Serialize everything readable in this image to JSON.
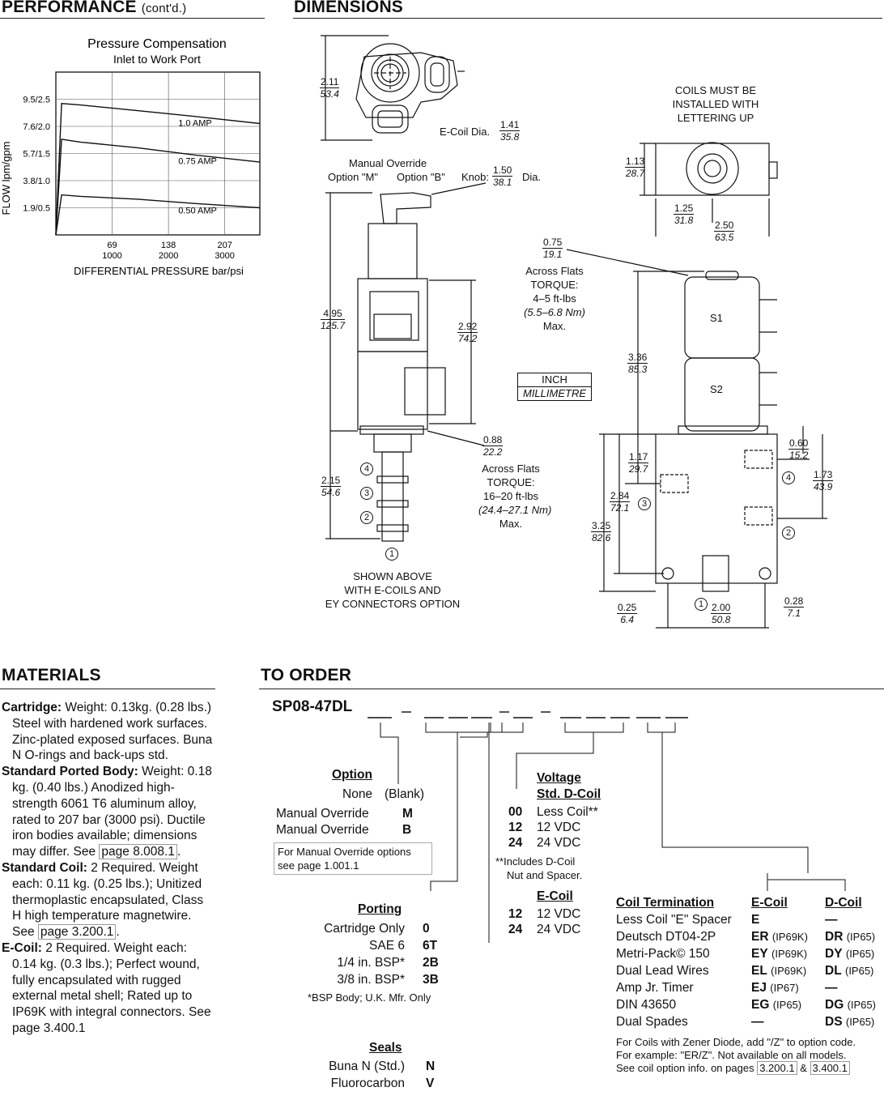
{
  "performance": {
    "title": "PERFORMANCE",
    "sub": "(cont'd.)"
  },
  "dimensions": {
    "title": "DIMENSIONS"
  },
  "chart_data": {
    "type": "line",
    "title": "Pressure Compensation",
    "subtitle": "Inlet to Work Port",
    "xlabel": "DIFFERENTIAL PRESSURE  bar/psi",
    "ylabel": "FLOW lpm/gpm",
    "x_ticks": [
      {
        "bar": "69",
        "psi": "1000"
      },
      {
        "bar": "138",
        "psi": "2000"
      },
      {
        "bar": "207",
        "psi": "3000"
      }
    ],
    "y_ticks": [
      "9.5/2.5",
      "7.6/2.0",
      "5.7/1.5",
      "3.8/1.0",
      "1.9/0.5"
    ],
    "x_unit_max_bar": 250,
    "ylim_lpm": [
      0,
      11.4
    ],
    "grid": true,
    "series": [
      {
        "name": "1.0 AMP",
        "points": [
          [
            0,
            0
          ],
          [
            7,
            9.2
          ],
          [
            30,
            9.1
          ],
          [
            100,
            8.7
          ],
          [
            170,
            8.3
          ],
          [
            250,
            7.8
          ]
        ]
      },
      {
        "name": "0.75 AMP",
        "points": [
          [
            0,
            0
          ],
          [
            7,
            6.7
          ],
          [
            30,
            6.5
          ],
          [
            100,
            6.1
          ],
          [
            170,
            5.6
          ],
          [
            250,
            5.1
          ]
        ]
      },
      {
        "name": "0.50 AMP",
        "points": [
          [
            0,
            0
          ],
          [
            7,
            2.8
          ],
          [
            30,
            2.7
          ],
          [
            100,
            2.5
          ],
          [
            170,
            2.2
          ],
          [
            250,
            1.9
          ]
        ]
      }
    ]
  },
  "dim": {
    "ecoil_label": "E-Coil Dia.",
    "ecoil_in": "1.41",
    "ecoil_mm": "35.8",
    "top_h_in": "2.11",
    "top_h_mm": "53.4",
    "mo_title": "Manual Override",
    "mo_opt_m": "Option \"M\"",
    "mo_opt_b": "Option \"B\"",
    "knob": "Knob:",
    "knob_in": "1.50",
    "knob_mm": "38.1",
    "dia": "Dia.",
    "total_in": "4.95",
    "total_mm": "125.7",
    "coil_in": "2.92",
    "coil_mm": "74.2",
    "hex_in": "0.88",
    "hex_mm": "22.2",
    "hex_flats": "Across Flats",
    "hex_torque": "TORQUE:",
    "hex_ftlb": "16–20 ft-lbs",
    "hex_nm": "(24.4–27.1 Nm)",
    "hex_max": "Max.",
    "cart_in": "2.15",
    "cart_mm": "54.6",
    "port4": "4",
    "port3": "3",
    "port2": "2",
    "port1": "1",
    "shown1": "SHOWN ABOVE",
    "shown2": "WITH E-COILS AND",
    "shown3": "EY CONNECTORS OPTION",
    "coils_note1": "COILS MUST BE",
    "coils_note2": "INSTALLED WITH",
    "coils_note3": "LETTERING UP",
    "side_h_in": "1.13",
    "side_h_mm": "28.7",
    "side_w1_in": "1.25",
    "side_w1_mm": "31.8",
    "side_w2_in": "2.50",
    "side_w2_mm": "63.5",
    "nut_in": "0.75",
    "nut_mm": "19.1",
    "nut_flats": "Across Flats",
    "nut_torque": "TORQUE:",
    "nut_ftlb": "4–5 ft-lbs",
    "nut_nm": "(5.5–6.8 Nm)",
    "nut_max": "Max.",
    "unit_inch": "INCH",
    "unit_mm": "MILLIMETRE",
    "s1": "S1",
    "s2": "S2",
    "r336_in": "3.36",
    "r336_mm": "85.3",
    "r117_in": "1.17",
    "r117_mm": "29.7",
    "r284_in": "2.84",
    "r284_mm": "72.1",
    "r325_in": "3.25",
    "r325_mm": "82.6",
    "r060_in": "0.60",
    "r060_mm": "15.2",
    "r173_in": "1.73",
    "r173_mm": "43.9",
    "r025_in": "0.25",
    "r025_mm": "6.4",
    "r200_in": "2.00",
    "r200_mm": "50.8",
    "r028_in": "0.28",
    "r028_mm": "7.1"
  },
  "materials": {
    "title": "MATERIALS",
    "cartridge_label": "Cartridge:",
    "cartridge_text": "Weight: 0.13kg. (0.28 lbs.) Steel with hardened work surfaces. Zinc-plated exposed surfaces. Buna N O-rings and back-ups std.",
    "body_label": "Standard Ported Body:",
    "body_text": "Weight: 0.18 kg. (0.40 lbs.) Anodized high-strength 6061 T6 aluminum alloy, rated to 207 bar (3000 psi). Ductile iron bodies available; dimensions may differ. See",
    "body_link": "page 8.008.1",
    "coil_label": "Standard Coil:",
    "coil_text": "2 Required. Weight each: 0.11 kg. (0.25 lbs.); Unitized thermoplastic encapsulated, Class H high temperature magnetwire. See",
    "coil_link": "page 3.200.1",
    "ecoil_label": "E-Coil:",
    "ecoil_text": "2 Required. Weight each: 0.14 kg. (0.3 lbs.); Perfect wound, fully encapsulated with rugged external metal shell; Rated up to IP69K with integral connectors.",
    "ecoil_more": "See page 3.400.1"
  },
  "order": {
    "title": "TO ORDER",
    "model": "SP08-47DL",
    "option_title": "Option",
    "option_none": "None",
    "option_none_code": "(Blank)",
    "option_mo": "Manual Override",
    "option_m": "M",
    "option_b": "B",
    "mo_note1": "For Manual Override options",
    "mo_note2": "see page 1.001.1",
    "porting_title": "Porting",
    "porting": [
      {
        "label": "Cartridge Only",
        "code": "0"
      },
      {
        "label": "SAE 6",
        "code": "6T"
      },
      {
        "label": "1/4 in. BSP*",
        "code": "2B"
      },
      {
        "label": "3/8 in. BSP*",
        "code": "3B"
      }
    ],
    "bsp_note": "*BSP Body; U.K. Mfr. Only",
    "seals_title": "Seals",
    "seals": [
      {
        "label": "Buna N (Std.)",
        "code": "N"
      },
      {
        "label": "Fluorocarbon",
        "code": "V"
      }
    ],
    "voltage_title": "Voltage",
    "dcoil_title": "Std. D-Coil",
    "dcoil": [
      {
        "code": "00",
        "label": "Less Coil**"
      },
      {
        "code": "12",
        "label": "12 VDC"
      },
      {
        "code": "24",
        "label": "24 VDC"
      }
    ],
    "dcoil_note1": "**Includes D-Coil",
    "dcoil_note2": "Nut and Spacer.",
    "ecoil_title": "E-Coil",
    "ecoil": [
      {
        "code": "12",
        "label": "12 VDC"
      },
      {
        "code": "24",
        "label": "24 VDC"
      }
    ],
    "term_title": "Coil Termination",
    "term_ecoil": "E-Coil",
    "term_dcoil": "D-Coil",
    "terms": [
      {
        "label": "Less Coil \"E\" Spacer",
        "e": "E",
        "eip": "",
        "d": "—",
        "dip": ""
      },
      {
        "label": "Deutsch DT04-2P",
        "e": "ER",
        "eip": "(IP69K)",
        "d": "DR",
        "dip": "(IP65)"
      },
      {
        "label": "Metri-Pack© 150",
        "e": "EY",
        "eip": "(IP69K)",
        "d": "DY",
        "dip": "(IP65)"
      },
      {
        "label": "Dual Lead Wires",
        "e": "EL",
        "eip": "(IP69K)",
        "d": "DL",
        "dip": "(IP65)"
      },
      {
        "label": "Amp Jr. Timer",
        "e": "EJ",
        "eip": "(IP67)",
        "d": "—",
        "dip": ""
      },
      {
        "label": "DIN 43650",
        "e": "EG",
        "eip": "(IP65)",
        "d": "DG",
        "dip": "(IP65)"
      },
      {
        "label": "Dual Spades",
        "e": "—",
        "eip": "",
        "d": "DS",
        "dip": "(IP65)"
      }
    ],
    "zener1": "For Coils with Zener Diode, add \"/Z\" to option code.",
    "zener2": "For example: \"ER/Z\". Not available on all models.",
    "zener3": "See coil option info. on pages",
    "zener_p1": "3.200.1",
    "zener_amp": "&",
    "zener_p2": "3.400.1"
  }
}
